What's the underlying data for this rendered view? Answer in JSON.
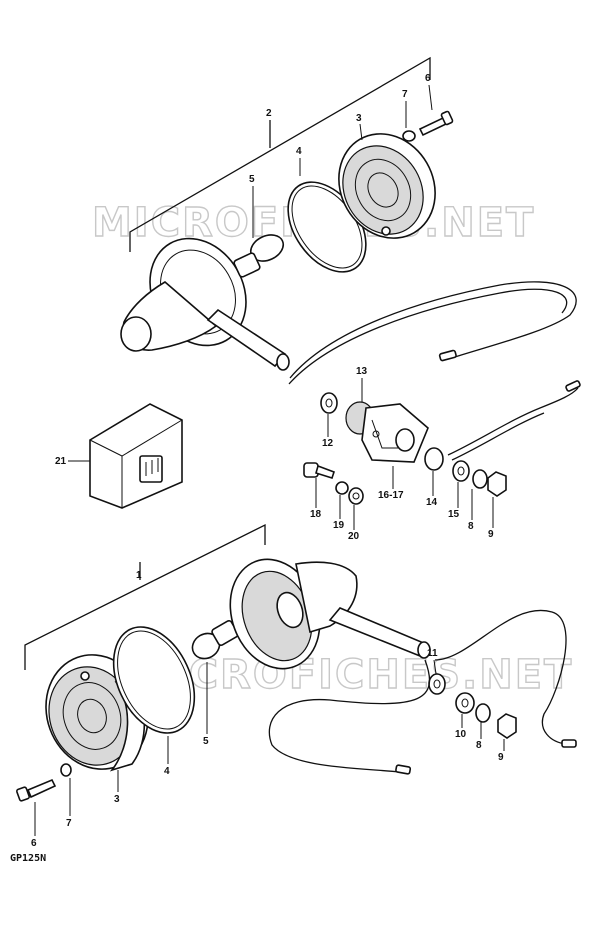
{
  "diagram": {
    "model_code": "GP125N",
    "watermark": "MICROFICHES.NET",
    "callouts": {
      "upper_group": "2",
      "upper_lens": "3",
      "upper_oring": "4",
      "upper_bulb": "5",
      "upper_screw": "6",
      "upper_washer": "7",
      "w12": "12",
      "b13": "13",
      "c16_17": "16-17",
      "w14": "14",
      "w15": "15",
      "w8a": "8",
      "n9a": "9",
      "module21": "21",
      "bolt18": "18",
      "w19": "19",
      "w20": "20",
      "lower_group": "1",
      "lower_lens": "3",
      "lower_oring": "4",
      "lower_bulb": "5",
      "lower_screw": "6",
      "lower_washer": "7",
      "w11": "11",
      "w10": "10",
      "w8b": "8",
      "n9b": "9"
    }
  }
}
